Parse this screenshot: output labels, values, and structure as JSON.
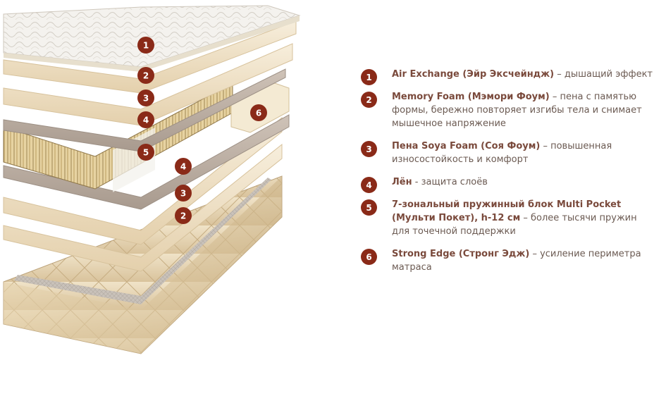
{
  "illustration": {
    "markers": [
      "1",
      "2",
      "3",
      "4",
      "5",
      "6",
      "4",
      "3",
      "2"
    ]
  },
  "legend": {
    "items": [
      {
        "num": "1",
        "title": "Air Exchange  (Эйр Эксчейндж)",
        "desc": " – дышащий эффект"
      },
      {
        "num": "2",
        "title": "Memory Foam (Мэмори Фоум)",
        "desc": " – пена с памятью формы, бережно повторяет изгибы тела и снимает мышечное напряжение"
      },
      {
        "num": "3",
        "title": "Пена Soya Foam (Соя Фоум)",
        "desc": " – повышенная износостойкость и комфорт"
      },
      {
        "num": "4",
        "title": "Лён",
        "desc": " - защита слоёв"
      },
      {
        "num": "5",
        "title": "7-зональный пружинный блок Multi Pocket (Мульти Покет), h-12 см",
        "desc": " – более тысячи пружин для точечной поддержки"
      },
      {
        "num": "6",
        "title": "Strong Edge (Стронг Эдж)",
        "desc": " – усиление периметра матраса"
      }
    ]
  },
  "colors": {
    "accent": "#8a2a18",
    "title_text": "#7a4a3c",
    "body_text": "#6b5a52",
    "foam": "#efe2c9",
    "linen": "#b8aba1",
    "base": "#e5d3b3"
  }
}
